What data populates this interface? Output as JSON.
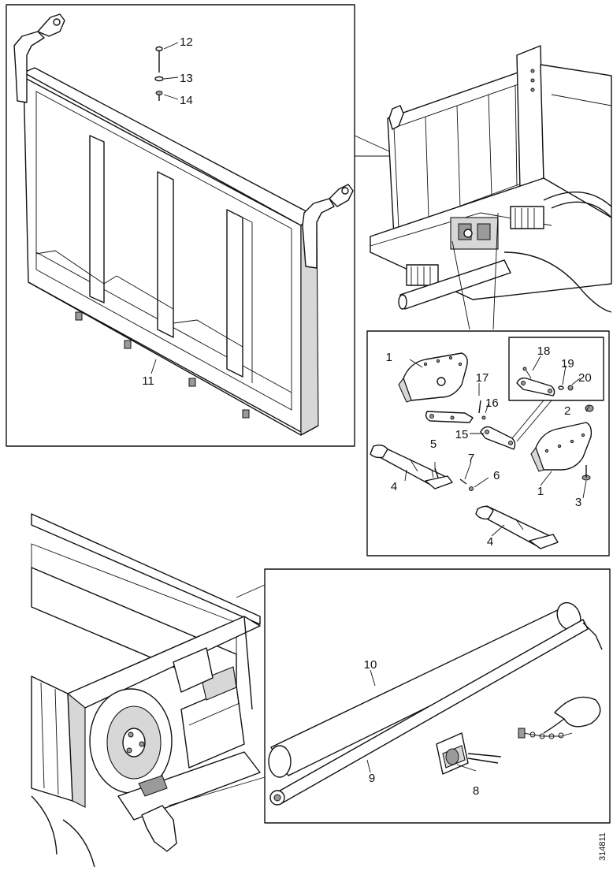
{
  "callouts": [
    {
      "id": "c1a",
      "text": "1"
    },
    {
      "id": "c1b",
      "text": "1"
    },
    {
      "id": "c2",
      "text": "2"
    },
    {
      "id": "c3",
      "text": "3"
    },
    {
      "id": "c4a",
      "text": "4"
    },
    {
      "id": "c4b",
      "text": "4"
    },
    {
      "id": "c5",
      "text": "5"
    },
    {
      "id": "c6",
      "text": "6"
    },
    {
      "id": "c7",
      "text": "7"
    },
    {
      "id": "c8",
      "text": "8"
    },
    {
      "id": "c9",
      "text": "9"
    },
    {
      "id": "c10",
      "text": "10"
    },
    {
      "id": "c11",
      "text": "11"
    },
    {
      "id": "c12",
      "text": "12"
    },
    {
      "id": "c13",
      "text": "13"
    },
    {
      "id": "c14",
      "text": "14"
    },
    {
      "id": "c15",
      "text": "15"
    },
    {
      "id": "c16",
      "text": "16"
    },
    {
      "id": "c17",
      "text": "17"
    },
    {
      "id": "c18",
      "text": "18"
    },
    {
      "id": "c19",
      "text": "19"
    },
    {
      "id": "c20",
      "text": "20"
    }
  ],
  "doc_id": "314811"
}
